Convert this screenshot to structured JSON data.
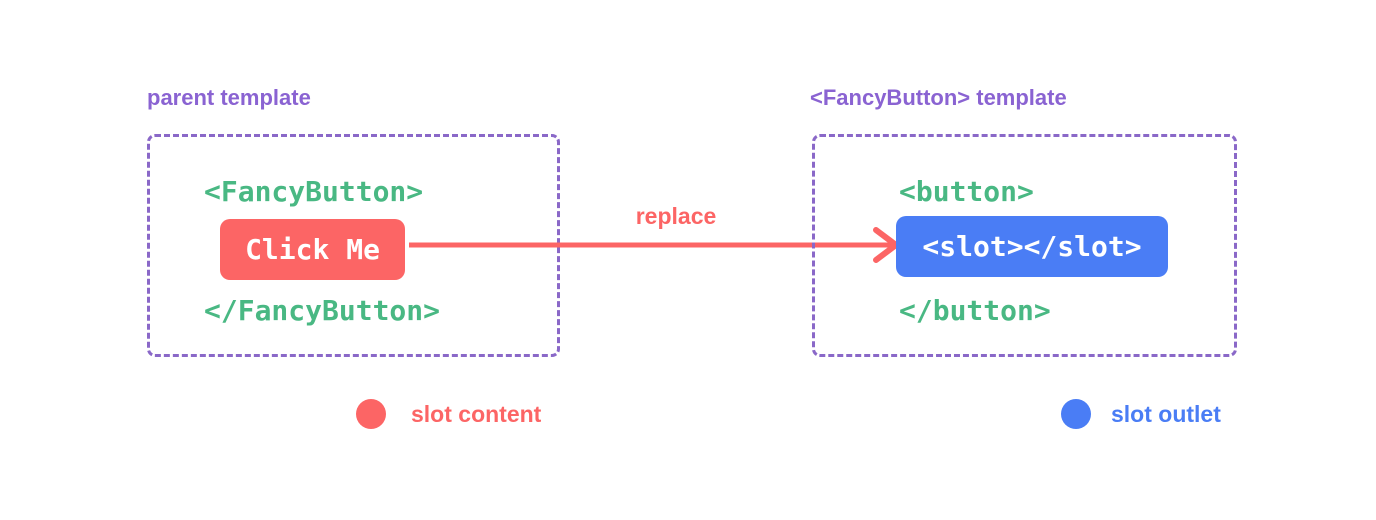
{
  "colors": {
    "slot_content_red": "#fc6565",
    "slot_outlet_blue": "#4a7df5",
    "code_green": "#49b883",
    "label_purple": "#8a63d2",
    "box_border_purple": "#8a68c8",
    "background": "#ffffff"
  },
  "left_panel": {
    "title": "parent template",
    "open_tag": "<FancyButton>",
    "button_text": "Click Me",
    "close_tag": "</FancyButton>"
  },
  "arrow": {
    "label": "replace"
  },
  "right_panel": {
    "title": "<FancyButton> template",
    "open_tag": "<button>",
    "slot_text": "<slot></slot>",
    "close_tag": "</button>"
  },
  "legend": {
    "content": {
      "label": "slot content",
      "color": "#fc6565"
    },
    "outlet": {
      "label": "slot outlet",
      "color": "#4a7df5"
    }
  }
}
